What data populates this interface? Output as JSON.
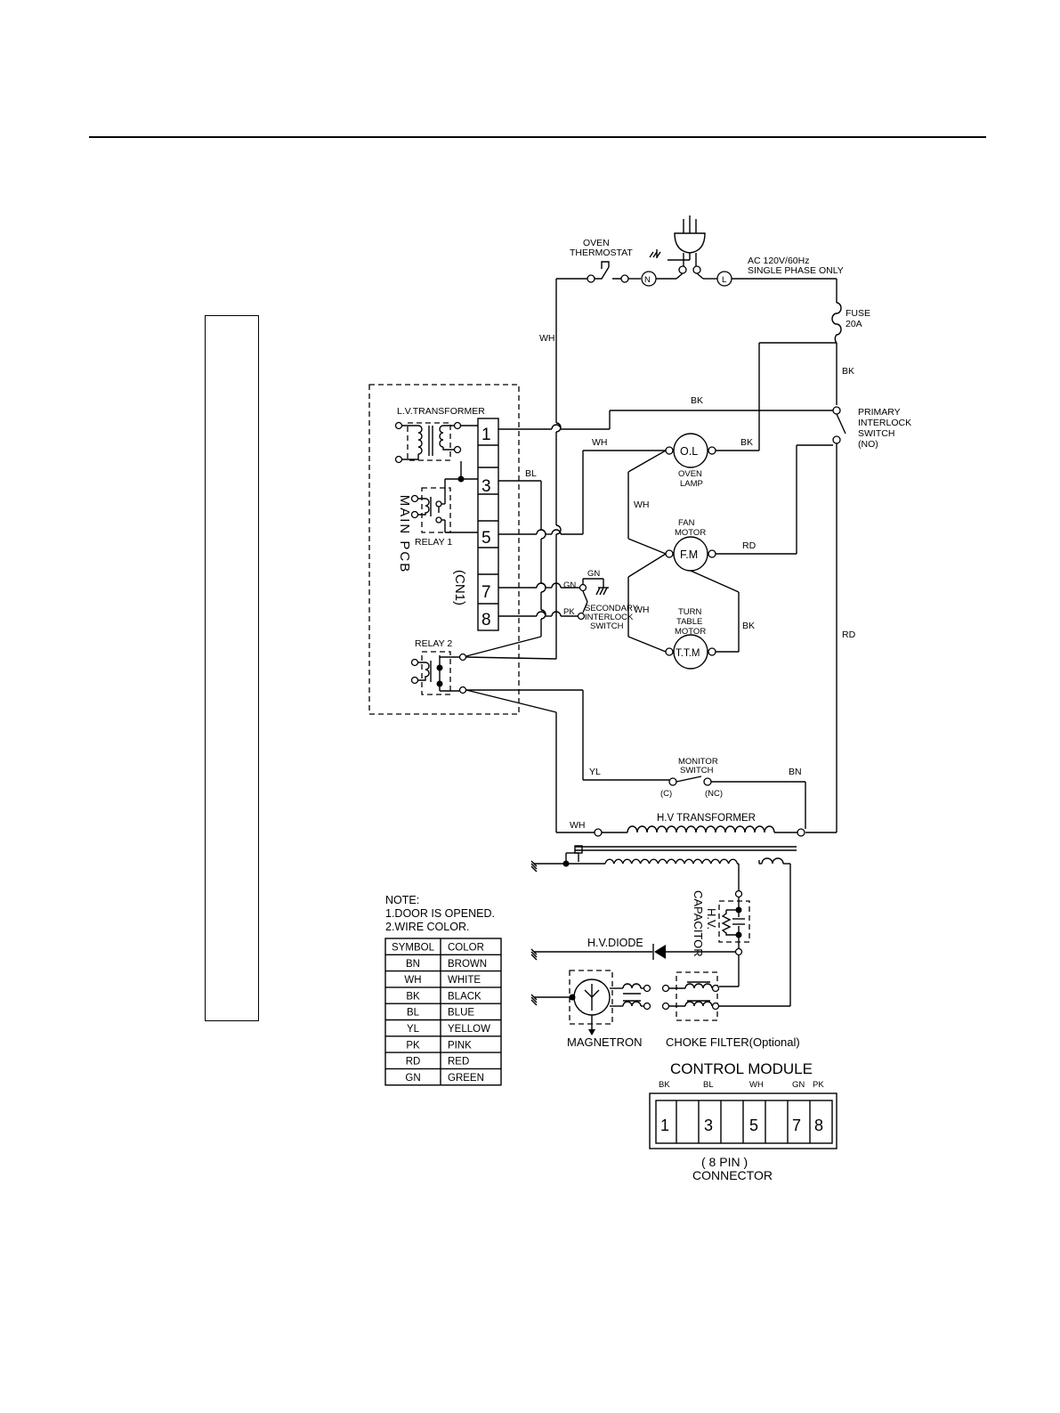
{
  "labels": {
    "oven_thermostat_1": "OVEN",
    "oven_thermostat_2": "THERMOSTAT",
    "ac_supply_1": "AC 120V/60Hz",
    "ac_supply_2": "SINGLE PHASE ONLY",
    "fuse_1": "FUSE",
    "fuse_2": "20A",
    "primary_1": "PRIMARY",
    "primary_2": "INTERLOCK",
    "primary_3": "SWITCH",
    "primary_4": "(NO)",
    "lv_transformer": "L.V.TRANSFORMER",
    "main_pcb": "MAIN PCB",
    "cn1": "(CN1)",
    "relay1": "RELAY 1",
    "relay2": "RELAY 2",
    "oven_lamp_symbol": "O.L",
    "oven_lamp_1": "OVEN",
    "oven_lamp_2": "LAMP",
    "fan_motor_1": "FAN",
    "fan_motor_2": "MOTOR",
    "fan_motor_symbol": "F.M",
    "ttm_1": "TURN",
    "ttm_2": "TABLE",
    "ttm_3": "MOTOR",
    "ttm_symbol": "T.T.M",
    "secondary_1": "SECONDARY",
    "secondary_2": "INTERLOCK",
    "secondary_3": "SWITCH",
    "monitor_1": "MONITOR",
    "monitor_2": "SWITCH",
    "monitor_c": "(C)",
    "monitor_nc": "(NC)",
    "hv_transformer": "H.V TRANSFORMER",
    "hv_capacitor_1": "H.V.",
    "hv_capacitor_2": "CAPACITOR",
    "hv_diode": "H.V.DIODE",
    "magnetron": "MAGNETRON",
    "choke_filter": "CHOKE FILTER(Optional)",
    "plug_n": "N",
    "plug_l": "L"
  },
  "pins": [
    "1",
    "3",
    "5",
    "7",
    "8"
  ],
  "wires": {
    "wh_top": "WH",
    "bk_fuse": "BK",
    "bk_pin1": "BK",
    "bl_pin3": "BL",
    "wh_pin5": "WH",
    "bk_lamp": "BK",
    "wh_lamp": "WH",
    "rd_fan": "RD",
    "bk_ttm": "BK",
    "wh_ttm": "WH",
    "rd_right": "RD",
    "gn_switch": "GN",
    "gn_ground": "GN",
    "pk_switch": "PK",
    "yl_monitor": "YL",
    "bn_monitor": "BN",
    "wh_hvt": "WH"
  },
  "note": {
    "title": "NOTE:",
    "line1": "1.DOOR IS OPENED.",
    "line2": "2.WIRE COLOR.",
    "headers": [
      "SYMBOL",
      "COLOR"
    ],
    "rows": [
      [
        "BN",
        "BROWN"
      ],
      [
        "WH",
        "WHITE"
      ],
      [
        "BK",
        "BLACK"
      ],
      [
        "BL",
        "BLUE"
      ],
      [
        "YL",
        "YELLOW"
      ],
      [
        "PK",
        "PINK"
      ],
      [
        "RD",
        "RED"
      ],
      [
        "GN",
        "GREEN"
      ]
    ]
  },
  "control_module": {
    "title": "CONTROL MODULE",
    "wire_labels": [
      "BK",
      "BL",
      "WH",
      "GN",
      "PK"
    ],
    "pins": [
      "1",
      "3",
      "5",
      "7",
      "8"
    ],
    "footer_1": "( 8 PIN )",
    "footer_2": "CONNECTOR"
  }
}
